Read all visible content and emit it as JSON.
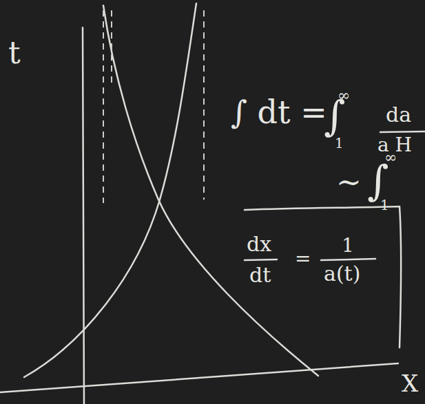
{
  "diagram": {
    "labels": [
      "t",
      "X",
      "∫ dt =",
      "∫",
      "∞",
      "1",
      "da",
      "a H",
      "~",
      "∫",
      "∞",
      "1",
      "dx",
      "dt",
      "=",
      "1",
      "a(t)"
    ]
  }
}
